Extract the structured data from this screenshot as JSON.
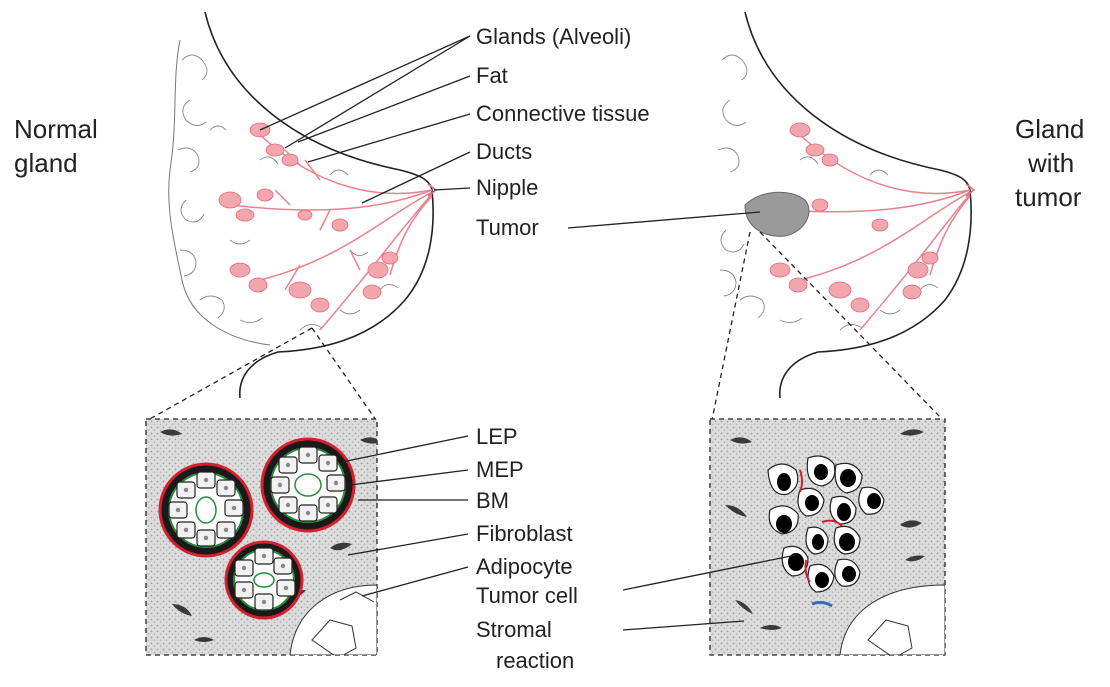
{
  "left_title": [
    "Normal",
    "gland"
  ],
  "right_title": [
    "Gland",
    "with",
    "tumor"
  ],
  "top_labels": {
    "glands": "Glands (Alveoli)",
    "fat": "Fat",
    "connective": "Connective tissue",
    "ducts": "Ducts",
    "nipple": "Nipple",
    "tumor": "Tumor"
  },
  "bottom_labels": {
    "lep": "LEP",
    "mep": "MEP",
    "bm": "BM",
    "fibroblast": "Fibroblast",
    "adipocyte": "Adipocyte",
    "tumor_cell": "Tumor cell",
    "stromal_1": "Stromal",
    "stromal_2": "reaction"
  },
  "colors": {
    "duct": "#e8828e",
    "gland_fill": "#f4a6ae",
    "basement_membrane": "#d4202c",
    "myoepithelial": "#2a8c3a",
    "stroma": "#d8d8d8",
    "tumor": "#9a9a9a",
    "line": "#222222"
  }
}
